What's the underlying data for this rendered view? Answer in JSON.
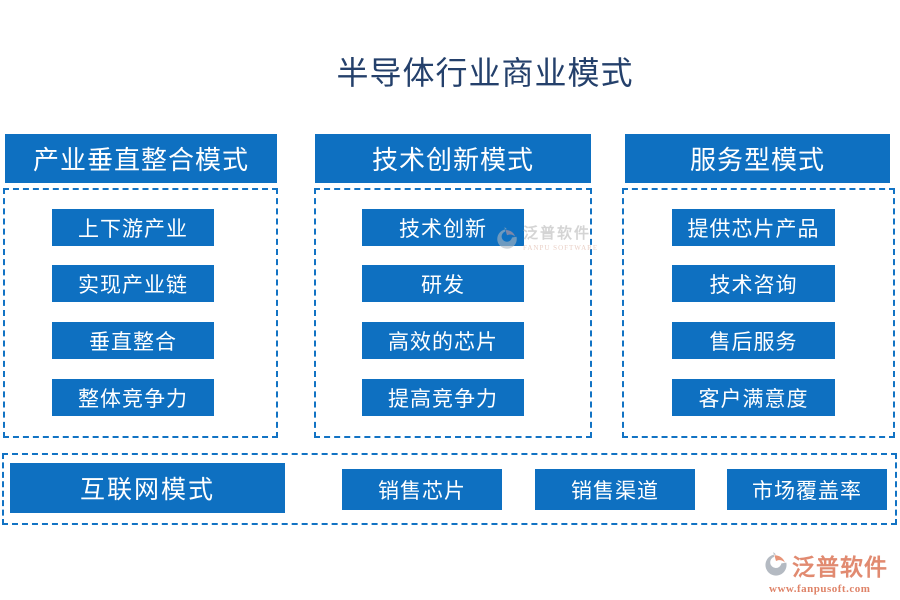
{
  "title": "半导体行业商业模式",
  "columns": [
    {
      "header": "产业垂直整合模式",
      "items": [
        "上下游产业",
        "实现产业链",
        "垂直整合",
        "整体竞争力"
      ]
    },
    {
      "header": "技术创新模式",
      "items": [
        "技术创新",
        "研发",
        "高效的芯片",
        "提高竞争力"
      ]
    },
    {
      "header": "服务型模式",
      "items": [
        "提供芯片产品",
        "技术咨询",
        "售后服务",
        "客户满意度"
      ]
    }
  ],
  "bottom": {
    "header": "互联网模式",
    "items": [
      "销售芯片",
      "销售渠道",
      "市场覆盖率"
    ]
  },
  "watermark": {
    "name": "泛普软件",
    "subtext": "FANPU SOFTWARE"
  },
  "footer": {
    "brand": "泛普软件",
    "url": "www.fanpusoft.com"
  },
  "colors": {
    "primary_blue": "#0e70c1",
    "dashed_blue": "#1273c4",
    "title_navy": "#24406b",
    "watermark_gray": "#b9b9b9",
    "brand_salmon": "#e18a70"
  }
}
